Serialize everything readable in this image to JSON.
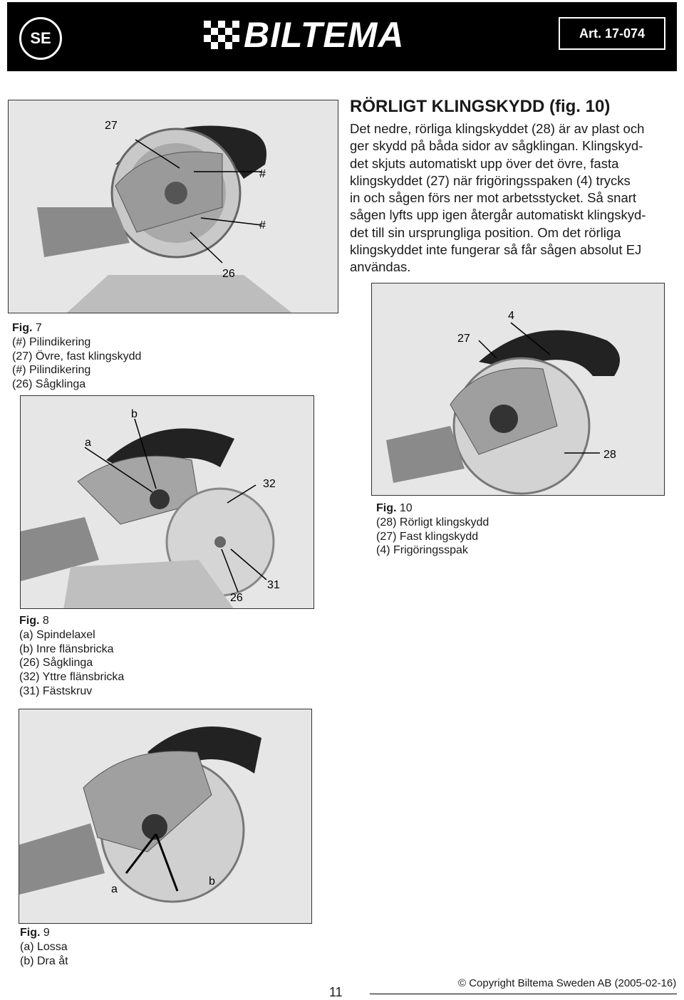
{
  "header": {
    "language_code": "SE",
    "brand": "BILTEMA",
    "article": "Art. 17-074"
  },
  "section": {
    "title": "RÖRLIGT KLINGSKYDD (fig. 10)",
    "body_lines": [
      "Det nedre, rörliga klingskyddet (28) är av plast och",
      "ger skydd på båda sidor av sågklingan. Klingskyd-",
      "det skjuts automatiskt upp över det övre, fasta",
      "klingskyddet (27) när frigöringsspaken (4) trycks",
      "in och sågen förs ner mot arbetsstycket. Så snart",
      "sågen lyfts upp igen återgår automatiskt klingskyd-",
      "det till sin ursprungliga position. Om det rörliga",
      "klingskyddet inte fungerar så får sågen absolut EJ",
      "användas."
    ]
  },
  "figures": {
    "fig7": {
      "callouts": [
        "27",
        "#",
        "#",
        "26"
      ],
      "caption_title": "Fig.",
      "caption_num": "7",
      "caption_lines": [
        "(#)  Pilindikering",
        "(27) Övre, fast klingskydd",
        "(#)  Pilindikering",
        "(26) Sågklinga"
      ]
    },
    "fig8": {
      "callouts": [
        "a",
        "b",
        "32",
        "26",
        "31"
      ],
      "caption_title": "Fig.",
      "caption_num": "8",
      "caption_lines": [
        "(a)  Spindelaxel",
        "(b)  Inre flänsbricka",
        "(26) Sågklinga",
        "(32) Yttre flänsbricka",
        "(31) Fästskruv"
      ]
    },
    "fig9": {
      "callouts": [
        "a",
        "b"
      ],
      "caption_title": "Fig.",
      "caption_num": "9",
      "caption_lines": [
        "(a) Lossa",
        "(b) Dra åt"
      ]
    },
    "fig10": {
      "callouts": [
        "4",
        "27",
        "28"
      ],
      "caption_title": "Fig.",
      "caption_num": "10",
      "caption_lines": [
        "(28) Rörligt klingskydd",
        "(27) Fast klingskydd",
        "(4)  Frigöringsspak"
      ]
    }
  },
  "footer": {
    "page_number": "11",
    "copyright": "© Copyright Biltema Sweden AB (2005-02-16)"
  }
}
